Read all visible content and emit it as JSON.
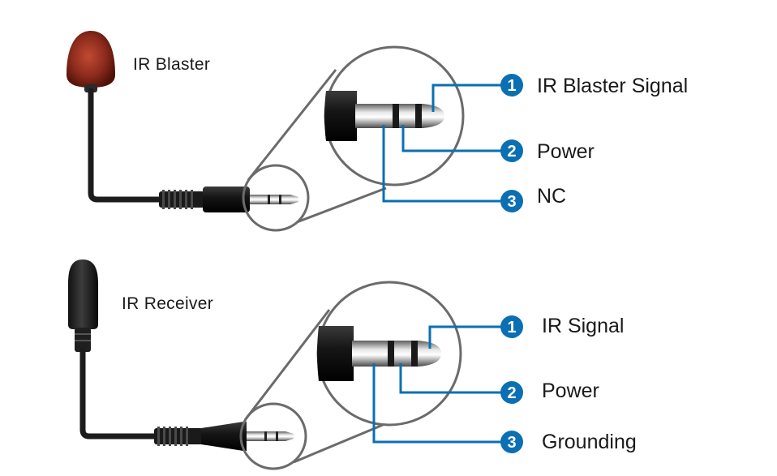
{
  "devices": [
    {
      "label": "IR Blaster",
      "pins": [
        {
          "number": "1",
          "label": "IR Blaster Signal"
        },
        {
          "number": "2",
          "label": "Power"
        },
        {
          "number": "3",
          "label": "NC"
        }
      ]
    },
    {
      "label": "IR Receiver",
      "pins": [
        {
          "number": "1",
          "label": "IR Signal"
        },
        {
          "number": "2",
          "label": "Power"
        },
        {
          "number": "3",
          "label": "Grounding"
        }
      ]
    }
  ],
  "colors": {
    "wire": "#0a6fb3",
    "badge": "#0a6fb3",
    "blaster_head": "#8b2a1c",
    "receiver_head": "#1a1a1a",
    "zoom_outline": "#6b6b6b"
  }
}
